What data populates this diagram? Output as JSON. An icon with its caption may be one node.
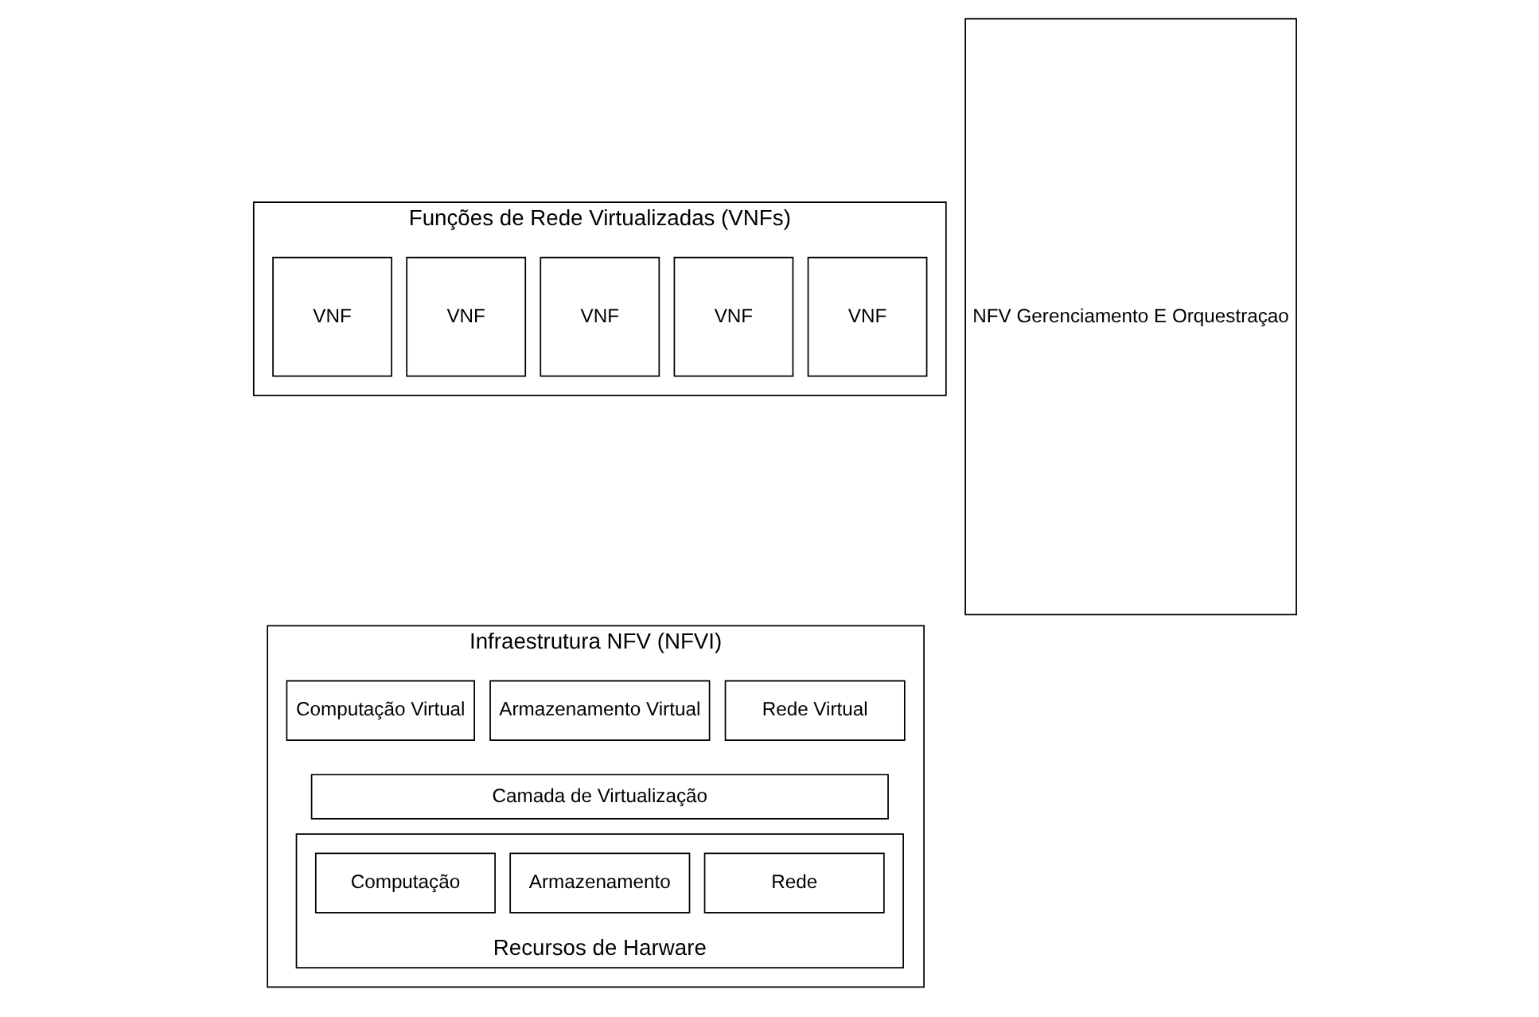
{
  "diagram": {
    "nodes": [
      {
        "text": [
          "Funções de Rede Virtualizadas (VNFs)"
        ]
      },
      {
        "text": [
          "VNF"
        ],
        "in": 0
      },
      {
        "text": [
          "VNF"
        ],
        "in": 0
      },
      {
        "text": [
          "VNF"
        ],
        "in": 0
      },
      {
        "text": [
          "VNF"
        ],
        "in": 0
      },
      {
        "text": [
          "VNF"
        ],
        "in": 0
      },
      {
        "text": [
          "Infraestrutura NFV (NFVI)"
        ]
      },
      {
        "text": [
          "Computação Virtual"
        ],
        "in": 6
      },
      {
        "text": [
          "Armazenamento Virtual"
        ],
        "in": 6
      },
      {
        "text": [
          "Rede Virtual"
        ],
        "in": 6
      },
      {
        "text": [
          "Camada de Virtualização"
        ],
        "in": 6
      },
      {
        "text": [
          "Recursos de Harware"
        ],
        "in": 6
      },
      {
        "text": [
          "Computação"
        ],
        "in": 11
      },
      {
        "text": [
          "Armazenamento"
        ],
        "in": 11
      },
      {
        "text": [
          "Rede"
        ],
        "in": 11
      },
      {
        "text": [
          "NFV Gerenciamento E Orquestraçao"
        ]
      }
    ]
  }
}
